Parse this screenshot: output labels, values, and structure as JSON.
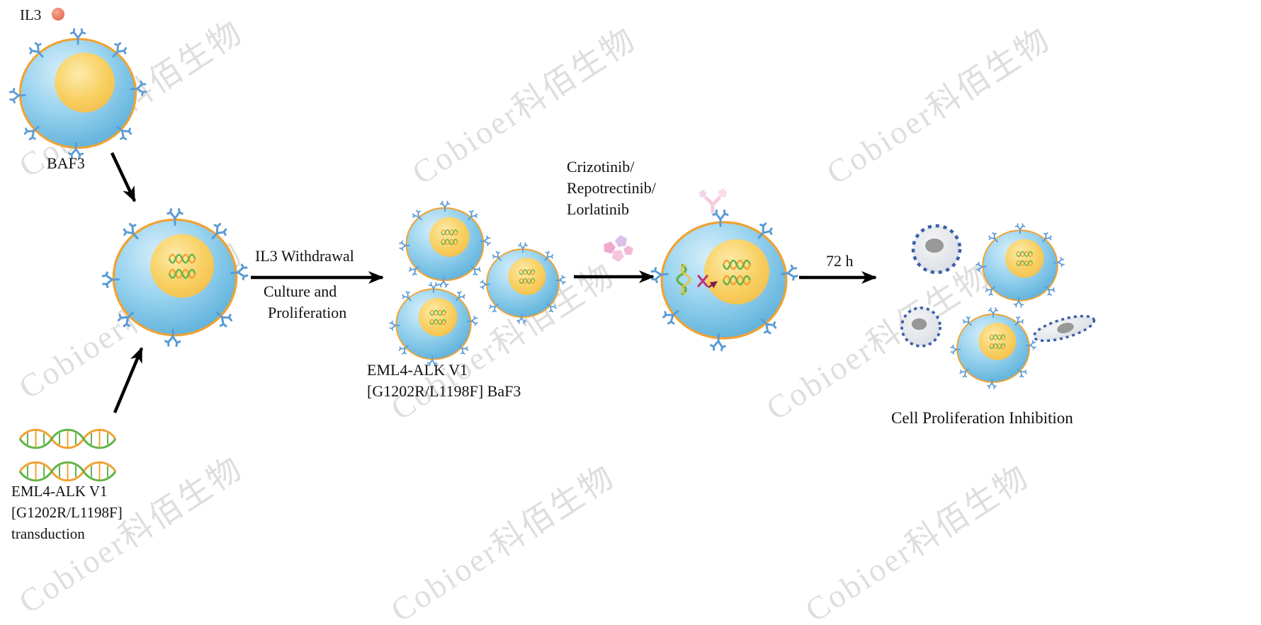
{
  "watermark": {
    "text": "Cobioer科佰生物"
  },
  "labels": {
    "il3": "IL3",
    "baf3": "BAF3",
    "withdrawal": {
      "lines": [
        "IL3 Withdrawal",
        "Culture and",
        "Proliferation"
      ]
    },
    "cluster": {
      "lines": [
        "EML4-ALK V1",
        "[G1202R/L1198F] BaF3"
      ]
    },
    "drugs": {
      "lines": [
        "Crizotinib/",
        "Repotrectinib/",
        "Lorlatinib"
      ]
    },
    "duration": "72 h",
    "result": "Cell Proliferation Inhibition",
    "transduction": {
      "lines": [
        "EML4-ALK V1",
        "[G1202R/L1198F]",
        "transduction"
      ]
    }
  },
  "icons": {
    "il3-ligand": "orange-red dot",
    "receptor": "blue antibody Y shape",
    "dna-helix": "orange and green double helix",
    "nucleus-dna": "mini orange/green helix inside nucleus",
    "drug-molecules": "pink/lavender pentagon cluster",
    "antibody": "pale pink Y shape",
    "inhibition-x": "magenta cross on kinase",
    "dead-cell": "gray cell with dashed dark-blue membrane",
    "arrow": "black process arrow"
  },
  "colors": {
    "cell_membrane": "#F0A232",
    "cytoplasm": "#7CC7E8",
    "nucleus": "#F7CF63",
    "receptor": "#5B9BD5",
    "il3_dot": "#E9795A",
    "dna_orange": "#F0A232",
    "dna_green": "#62B44A",
    "dead_membrane": "#3A5EA8",
    "dead_body": "#E4E7EC",
    "drug_pink": "#F2B9D6",
    "inhibition_x": "#C2347A",
    "arrow": "#000000",
    "watermark": "#D8D8D8",
    "background": "#FFFFFF"
  }
}
